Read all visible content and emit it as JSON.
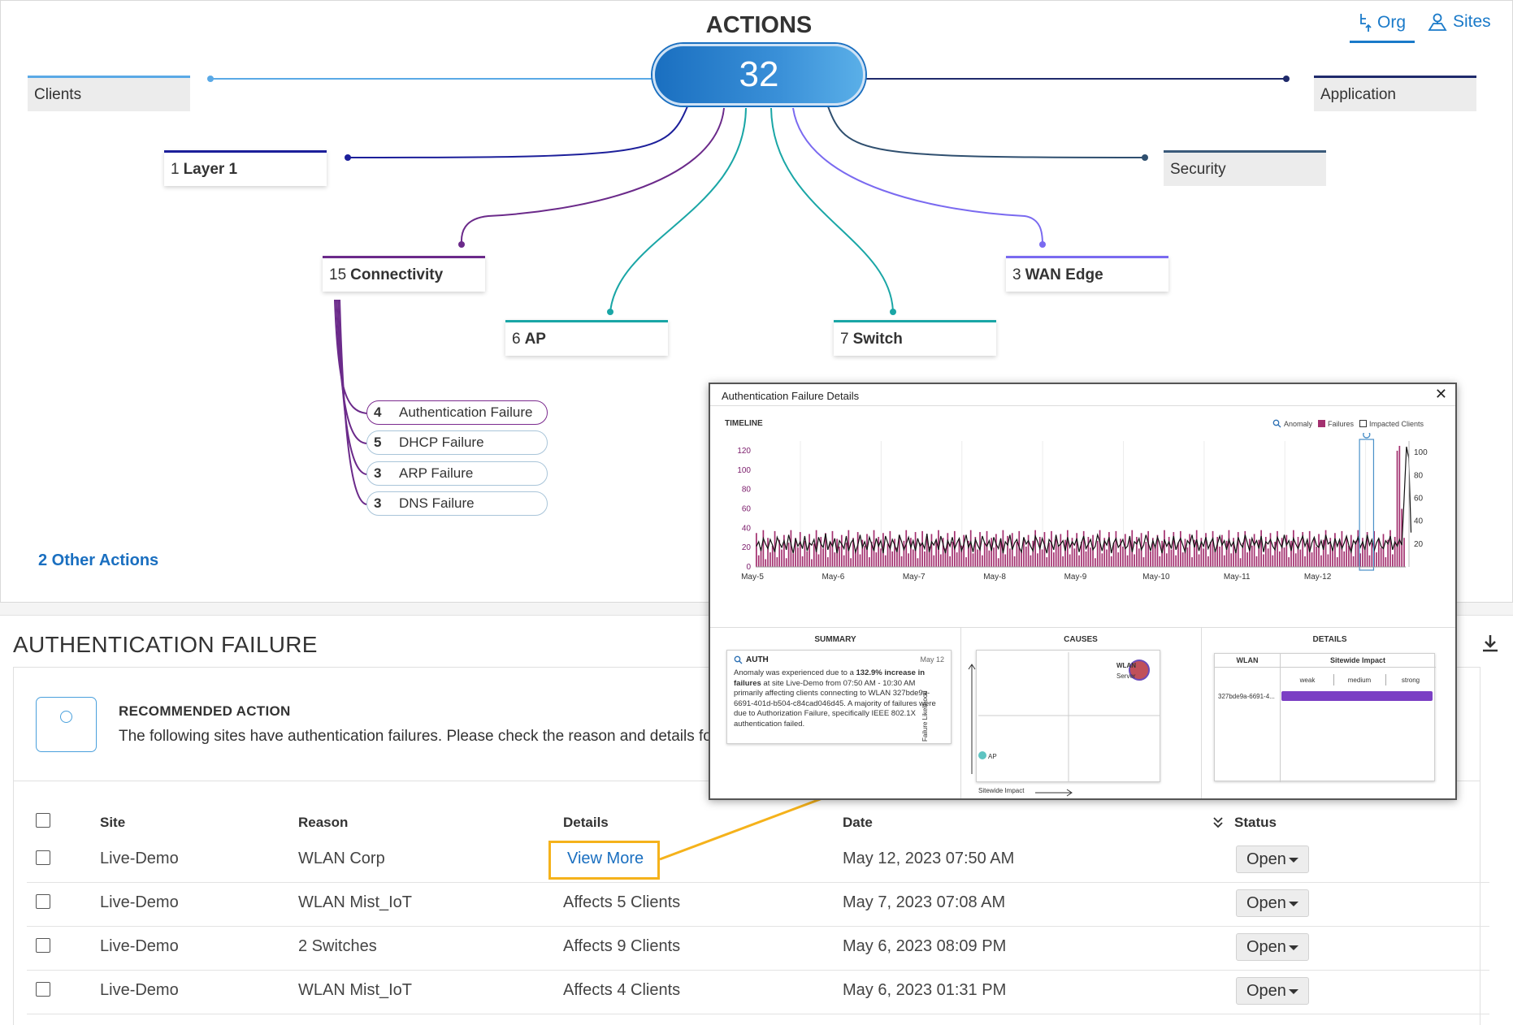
{
  "actions_title": "ACTIONS",
  "total_actions": "32",
  "scope_toggle": {
    "org_label": "Org",
    "sites_label": "Sites"
  },
  "categories": {
    "clients": {
      "label": "Clients"
    },
    "application": {
      "label": "Application"
    },
    "layer1": {
      "count": "1",
      "label": "Layer 1"
    },
    "security": {
      "label": "Security"
    },
    "connectivity": {
      "count": "15",
      "label": "Connectivity"
    },
    "ap": {
      "count": "6",
      "label": "AP"
    },
    "switch": {
      "count": "7",
      "label": "Switch"
    },
    "wan_edge": {
      "count": "3",
      "label": "WAN Edge"
    }
  },
  "connectivity_subitems": [
    {
      "count": "4",
      "label": "Authentication Failure"
    },
    {
      "count": "5",
      "label": "DHCP Failure"
    },
    {
      "count": "3",
      "label": "ARP Failure"
    },
    {
      "count": "3",
      "label": "DNS Failure"
    }
  ],
  "other_actions": "2 Other Actions",
  "section": {
    "title": "AUTHENTICATION FAILURE",
    "recommended_label": "RECOMMENDED ACTION",
    "recommended_text": "The following sites have authentication failures. Please check the reason and details for"
  },
  "table": {
    "headers": {
      "site": "Site",
      "reason": "Reason",
      "details": "Details",
      "date": "Date",
      "status": "Status"
    },
    "rows": [
      {
        "site": "Live-Demo",
        "reason": "WLAN Corp",
        "details": "View More",
        "date": "May 12, 2023 07:50 AM",
        "status": "Open"
      },
      {
        "site": "Live-Demo",
        "reason": "WLAN Mist_IoT",
        "details": "Affects 5 Clients",
        "date": "May 7, 2023 07:08 AM",
        "status": "Open"
      },
      {
        "site": "Live-Demo",
        "reason": "2 Switches",
        "details": "Affects 9 Clients",
        "date": "May 6, 2023 08:09 PM",
        "status": "Open"
      },
      {
        "site": "Live-Demo",
        "reason": "WLAN Mist_IoT",
        "details": "Affects 4 Clients",
        "date": "May 6, 2023 01:31 PM",
        "status": "Open"
      }
    ]
  },
  "popup": {
    "title": "Authentication Failure Details",
    "timeline_label": "TIMELINE",
    "legend": {
      "anomaly": "Anomaly",
      "failures": "Failures",
      "impacted": "Impacted Clients"
    },
    "colors": {
      "failures": "#a3306f",
      "impacted": "#111111",
      "highlight": "#4a90c8"
    },
    "summary_label": "SUMMARY",
    "causes_label": "CAUSES",
    "details_label": "DETAILS",
    "summary": {
      "tag": "AUTH",
      "date": "May 12",
      "text_1": "Anomaly was experienced due to a ",
      "text_bold_1": "132.9% increase in failures",
      "text_2": " at site Live-Demo from 07:50 AM - 10:30 AM primarily affecting clients connecting to WLAN 327bde9a-6691-401d-b504-c84cad046d45. A majority of failures were due to Authorization Failure, specifically IEEE 802.1X authentication failed."
    },
    "causes": {
      "wlan_label": "WLAN",
      "server_label": "Server",
      "ap_label": "AP",
      "y_axis": "Failure Likelihood",
      "x_axis": "Sitewide Impact"
    },
    "details": {
      "col_wlan": "WLAN",
      "col_impact": "Sitewide Impact",
      "weak": "weak",
      "medium": "medium",
      "strong": "strong",
      "wlan_value": "327bde9a-6691-4..."
    }
  },
  "chart_data": {
    "type": "bar",
    "x_tick_labels": [
      "May-5",
      "May-6",
      "May-7",
      "May-8",
      "May-9",
      "May-10",
      "May-11",
      "May-12"
    ],
    "y_left_ticks": [
      "0",
      "20",
      "40",
      "60",
      "80",
      "100",
      "120"
    ],
    "y_right_ticks": [
      "20",
      "40",
      "60",
      "80",
      "100"
    ],
    "ylim_left": [
      0,
      130
    ],
    "ylim_right": [
      0,
      110
    ],
    "series": [
      {
        "name": "Failures",
        "axis": "left",
        "values": [
          35,
          12,
          20,
          38,
          8,
          30,
          15,
          22,
          37,
          10,
          28,
          18,
          33,
          9,
          25,
          38,
          14,
          30,
          20,
          36,
          11,
          27,
          16,
          34,
          8,
          24,
          38,
          13,
          31,
          19,
          35,
          10,
          26,
          37,
          15,
          29,
          21,
          33,
          12,
          25,
          38,
          9,
          30,
          17,
          36,
          13,
          28,
          22,
          34,
          10,
          26,
          38,
          15,
          31,
          19,
          35,
          12,
          24,
          37,
          16,
          29,
          20,
          33,
          11,
          27,
          38,
          14,
          30,
          18,
          36,
          9,
          25,
          37,
          16,
          32,
          21,
          34,
          12,
          28,
          38,
          13,
          30,
          19,
          35,
          11,
          26,
          37,
          15,
          29,
          22,
          33,
          10,
          27,
          38,
          14,
          31,
          18,
          36,
          12,
          25,
          37,
          17,
          30,
          20,
          34,
          9,
          28,
          38,
          13,
          32,
          19,
          35,
          11,
          26,
          37,
          16,
          30,
          21,
          33,
          12,
          27,
          38,
          14,
          31,
          18,
          36,
          10,
          25,
          37,
          15,
          29,
          22,
          34,
          11,
          28,
          38,
          13,
          30,
          19,
          35,
          12,
          26,
          37,
          16,
          31,
          20,
          33,
          9,
          27,
          38,
          14,
          30,
          18,
          36,
          11,
          25,
          37,
          15,
          29,
          21,
          34,
          12,
          28,
          38,
          13,
          31,
          19,
          35,
          10,
          26,
          37,
          16,
          30,
          22,
          33,
          11,
          27,
          38,
          14,
          31,
          18,
          36,
          12,
          25,
          37,
          15,
          29,
          20,
          34,
          10,
          28,
          38,
          13,
          30,
          19,
          35,
          11,
          26,
          37,
          16,
          31,
          21,
          33,
          12,
          27,
          38,
          14,
          30,
          18,
          36,
          9,
          25,
          37,
          15,
          29,
          22,
          34,
          11,
          28,
          38,
          13,
          31,
          19,
          35,
          12,
          26,
          37,
          16,
          30,
          20,
          33,
          10,
          27,
          38,
          14,
          31,
          18,
          36,
          11,
          25,
          37,
          15,
          29,
          21,
          34,
          12,
          28,
          38,
          13,
          30,
          19,
          35,
          10,
          26,
          37,
          16,
          31,
          22,
          33,
          11,
          27,
          38,
          14,
          30,
          18,
          36,
          12,
          25,
          37,
          15,
          29,
          20,
          34,
          10,
          28,
          38,
          13,
          31,
          120,
          125,
          60,
          30
        ]
      },
      {
        "name": "Impacted Clients",
        "axis": "right",
        "values": [
          18,
          22,
          14,
          25,
          20,
          16,
          24,
          19,
          13,
          26,
          21,
          17,
          23,
          15,
          28,
          20,
          12,
          25,
          18,
          22,
          16,
          27,
          14,
          21,
          19,
          24,
          13,
          26,
          20,
          17,
          29,
          15,
          22,
          18,
          25,
          12,
          23,
          20,
          16,
          27,
          14,
          21,
          24,
          13,
          19,
          28,
          17,
          22,
          15,
          26,
          20,
          14,
          25,
          18,
          23,
          12,
          27,
          21,
          16,
          24,
          19,
          13,
          28,
          22,
          15,
          20,
          26,
          17,
          23,
          14,
          25,
          18,
          21,
          16,
          29,
          13,
          22,
          19,
          24,
          15,
          27,
          20,
          12,
          23,
          18,
          26,
          16,
          21,
          25,
          14,
          20,
          28,
          17,
          22,
          13,
          24,
          19,
          15,
          27,
          21,
          18,
          23,
          14,
          26,
          20,
          16,
          25,
          12,
          22,
          19,
          28,
          15,
          21,
          24,
          17,
          13,
          26,
          20,
          23,
          18,
          14,
          27,
          22,
          16,
          25,
          19,
          12,
          24,
          21,
          15,
          28,
          18,
          20,
          23,
          14,
          26,
          17,
          22,
          19,
          25,
          13,
          21,
          27,
          16,
          20,
          24,
          15,
          18,
          28,
          22,
          14,
          23,
          19,
          26,
          12,
          21,
          25,
          17,
          20,
          24,
          16,
          18,
          27,
          13,
          22,
          20,
          25,
          15,
          19,
          28,
          21,
          14,
          23,
          17,
          26,
          20,
          12,
          24,
          18,
          22,
          16,
          27,
          15,
          21,
          25,
          19,
          13,
          23,
          20,
          28,
          17,
          24,
          14,
          22,
          18,
          26,
          16,
          21,
          25,
          13,
          20,
          27,
          19,
          23,
          15,
          24,
          18,
          22,
          12,
          26,
          20,
          17,
          28,
          21,
          14,
          25,
          19,
          23,
          16,
          27,
          13,
          22,
          20,
          24,
          18,
          15,
          26,
          21,
          17,
          28,
          19,
          23,
          14,
          25,
          20,
          16,
          22,
          27,
          18,
          24,
          13,
          21,
          26,
          19,
          17,
          23,
          15,
          28,
          20,
          22,
          14,
          25,
          18,
          24,
          16,
          21,
          27,
          19,
          13,
          23,
          20,
          26,
          17,
          22,
          15,
          28,
          19,
          24,
          14,
          21,
          25,
          18,
          16,
          23,
          20,
          27,
          15,
          22,
          18,
          24,
          19,
          60,
          105,
          95,
          30
        ]
      }
    ],
    "highlight_index": 263
  }
}
